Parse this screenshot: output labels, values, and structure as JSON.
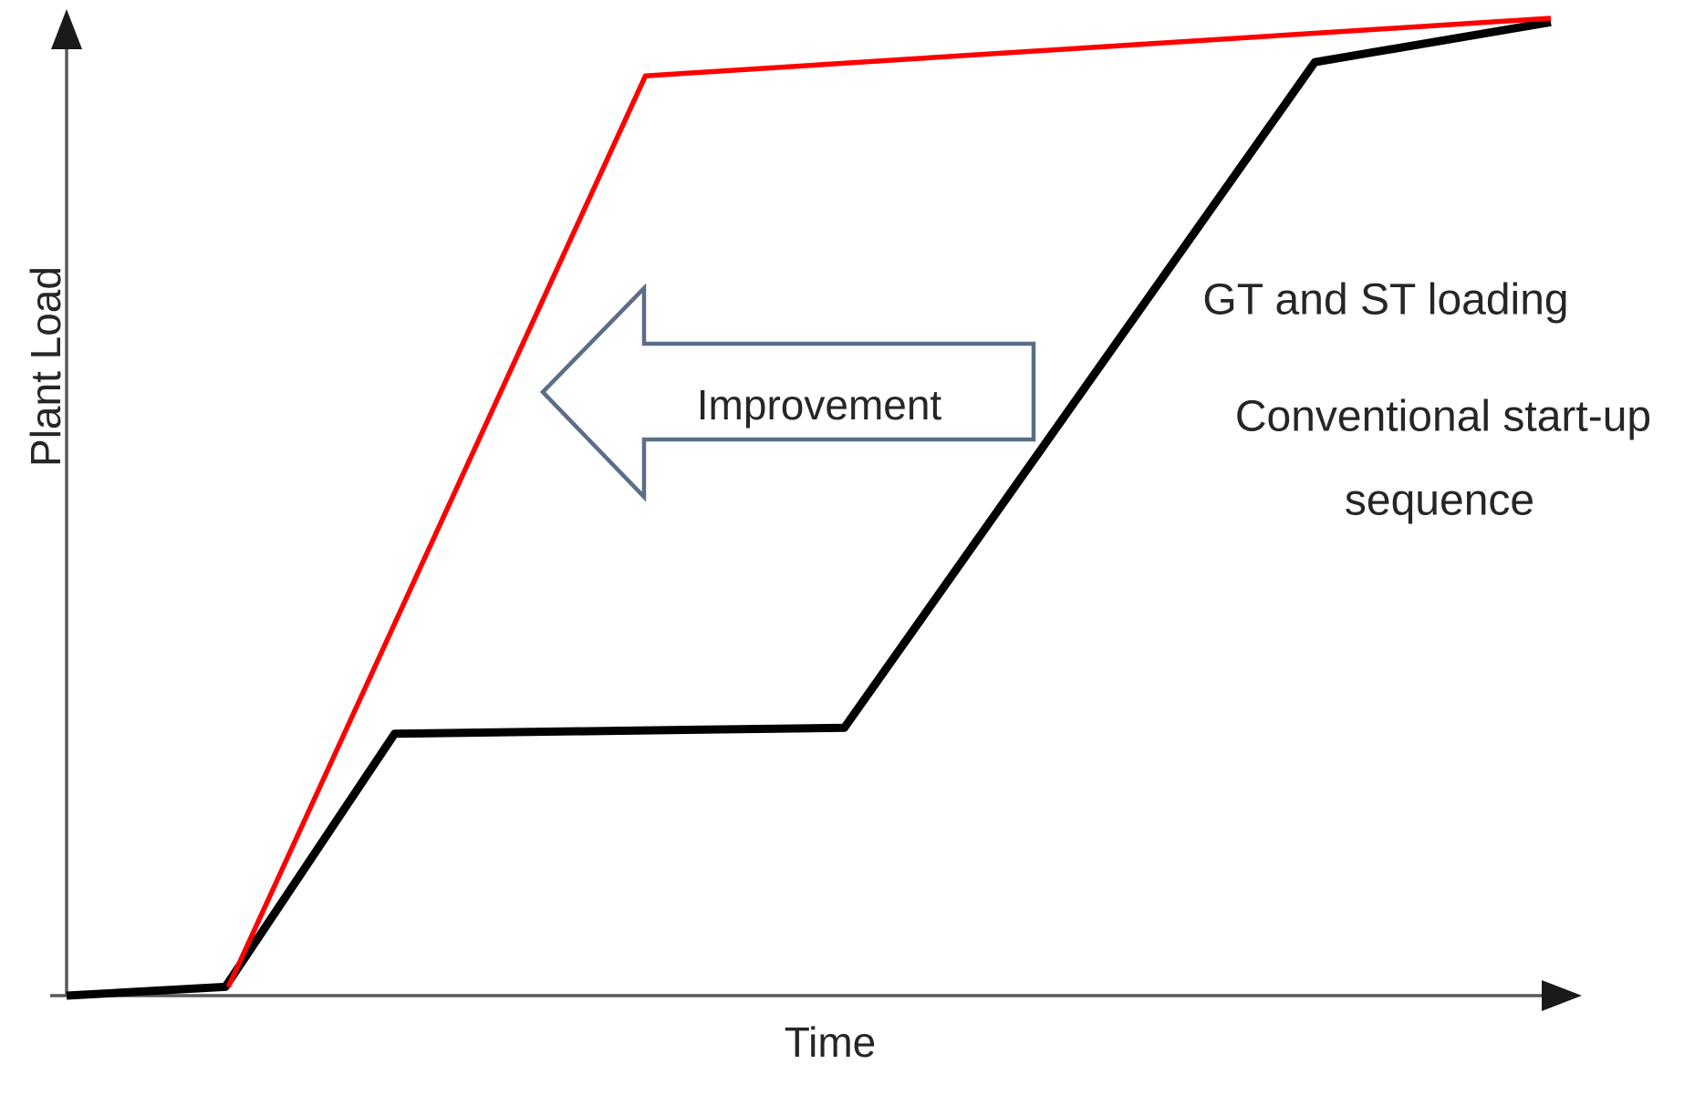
{
  "chart_data": {
    "type": "line",
    "title": "",
    "xlabel": "Time",
    "ylabel": "Plant Load",
    "xlim": [
      0,
      100
    ],
    "ylim": [
      0,
      100
    ],
    "grid": false,
    "ticks": "none",
    "legend": "none",
    "axes_style": "hand-sketch axes with arrowheads, unlabeled scales",
    "series": [
      {
        "id": "conventional-startup",
        "visible_label": "Conventional start-up sequence",
        "color": "#000000",
        "stroke_width": 9,
        "points": [
          [
            0,
            0
          ],
          [
            10.7,
            0.9
          ],
          [
            22.1,
            26.8
          ],
          [
            52.4,
            27.4
          ],
          [
            84.1,
            95.5
          ],
          [
            100,
            99.6
          ]
        ]
      },
      {
        "id": "improved-startup",
        "visible_label": "",
        "color": "#ff0000",
        "stroke_width": 5.5,
        "points": [
          [
            10.9,
            0.9
          ],
          [
            39.0,
            94.1
          ],
          [
            100,
            100
          ]
        ]
      }
    ],
    "annotations": [
      {
        "id": "improvement-arrow",
        "type": "left-block-arrow",
        "text": "Improvement"
      },
      {
        "id": "gt-st-label",
        "type": "text",
        "text": "GT and ST loading"
      },
      {
        "id": "conventional-label",
        "type": "text",
        "text": "Conventional start-up sequence"
      }
    ]
  },
  "labels": {
    "y_axis": "Plant Load",
    "x_axis": "Time",
    "improvement": "Improvement",
    "gt_st_loading": "GT and ST loading",
    "conventional_line1": "Conventional start-up",
    "conventional_line2": "sequence"
  },
  "colors": {
    "background": "#ffffff",
    "axis": "#595959",
    "axis_arrowhead": "#1a1a1a",
    "text": "#262626",
    "black_line": "#000000",
    "red_line": "#ff0000",
    "arrow_outline": "#5b6e87",
    "arrow_fill": "#ffffff"
  },
  "icons": {
    "y_axis_arrowhead": "up-triangle",
    "x_axis_arrowhead": "right-triangle",
    "improvement_arrow": "left-block-arrow"
  }
}
